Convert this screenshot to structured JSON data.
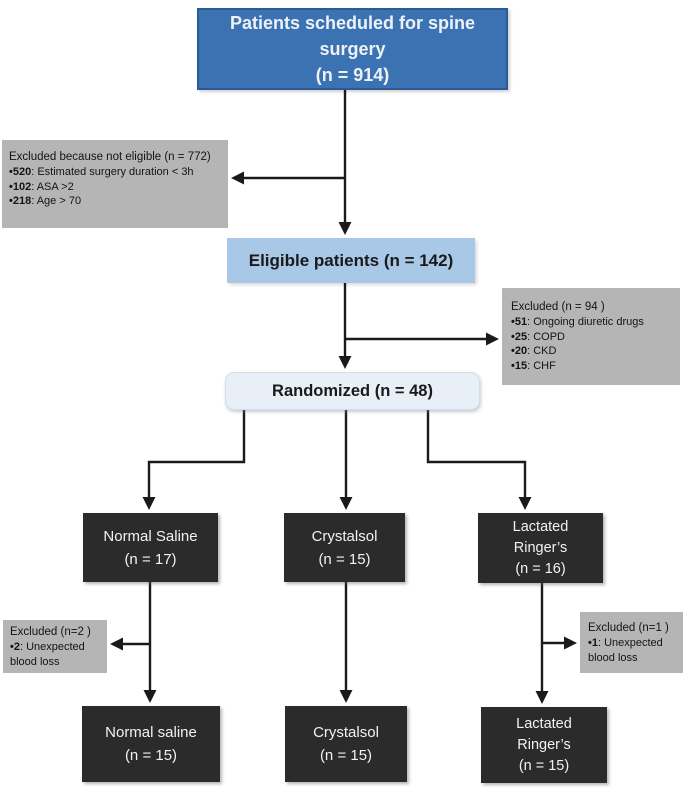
{
  "diagram": {
    "type": "consort-flowchart",
    "colors": {
      "primary_box_fill": "#3a72b2",
      "primary_box_border": "#2a5b97",
      "eligible_box_fill": "#a9c7e7",
      "randomized_box_fill": "#e9eff7",
      "arm_box_fill": "#2b2b2b",
      "excluded_box_fill": "#b5b5b5",
      "arrow_color": "#1a1a1a"
    },
    "nodes": {
      "enrollment": {
        "lines": [
          "Patients scheduled for spine",
          "surgery",
          "(n = 914)"
        ]
      },
      "eligible": {
        "lines": [
          "Eligible patients (n = 142)"
        ]
      },
      "randomized": {
        "lines": [
          "Randomized (n = 48)"
        ]
      },
      "arm_normal_saline": {
        "lines": [
          "Normal Saline",
          "(n = 17)"
        ]
      },
      "arm_crystalsol": {
        "lines": [
          "Crystalsol",
          "(n = 15)"
        ]
      },
      "arm_lactated_ringers": {
        "lines": [
          "Lactated",
          "Ringer’s",
          "(n = 16)"
        ]
      },
      "final_normal_saline": {
        "lines": [
          "Normal saline",
          "(n = 15)"
        ]
      },
      "final_crystalsol": {
        "lines": [
          "Crystalsol",
          "(n = 15)"
        ]
      },
      "final_lactated_ringers": {
        "lines": [
          "Lactated",
          "Ringer’s",
          "(n = 15)"
        ]
      }
    },
    "exclusions": {
      "not_eligible": {
        "title": "Excluded because not eligible (n = 772)",
        "items": [
          {
            "value": "•520",
            "reason": ": Estimated surgery duration < 3h"
          },
          {
            "value": "•102",
            "reason": ": ASA >2"
          },
          {
            "value": "•218",
            "reason": ": Age > 70"
          }
        ]
      },
      "after_eligibility": {
        "title": "Excluded (n = 94 )",
        "items": [
          {
            "value": "•51",
            "reason": ": Ongoing diuretic drugs"
          },
          {
            "value": "•25",
            "reason": ": COPD"
          },
          {
            "value": "•20",
            "reason": ": CKD"
          },
          {
            "value": "•15",
            "reason": ": CHF"
          }
        ]
      },
      "normal_saline_arm": {
        "title": "Excluded (n=2 )",
        "items": [
          {
            "value": "•2",
            "reason": ": Unexpected blood loss"
          }
        ]
      },
      "lactated_ringers_arm": {
        "title": "Excluded (n=1 )",
        "items": [
          {
            "value": "•1",
            "reason": ": Unexpected blood loss"
          }
        ]
      }
    }
  }
}
